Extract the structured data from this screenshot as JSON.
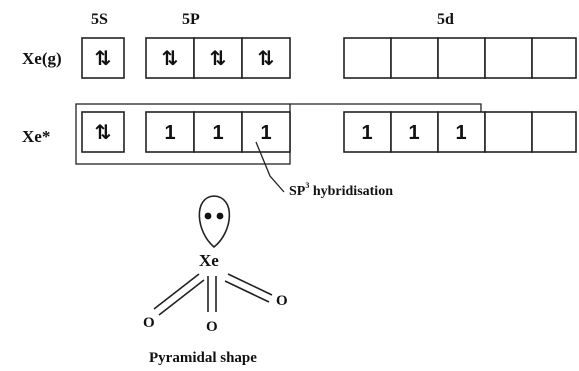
{
  "labels": {
    "sublevel_5s": "5S",
    "sublevel_5p": "5P",
    "sublevel_5d": "5d",
    "row_ground": "Xe(g)",
    "row_excited": "Xe*"
  },
  "ground_state": {
    "s": [
      "⇅"
    ],
    "p": [
      "⇅",
      "⇅",
      "⇅"
    ],
    "d": [
      "",
      "",
      "",
      "",
      ""
    ]
  },
  "excited_state": {
    "s": [
      "⇅"
    ],
    "p": [
      "1",
      "1",
      "1"
    ],
    "d": [
      "1",
      "1",
      "1",
      "",
      ""
    ]
  },
  "hybridisation": {
    "prefix": "SP",
    "superscript": "3",
    "suffix": " hybridisation"
  },
  "molecule": {
    "central_atom": "Xe",
    "oxygen_label": "O",
    "caption": "Pyramidal shape"
  }
}
